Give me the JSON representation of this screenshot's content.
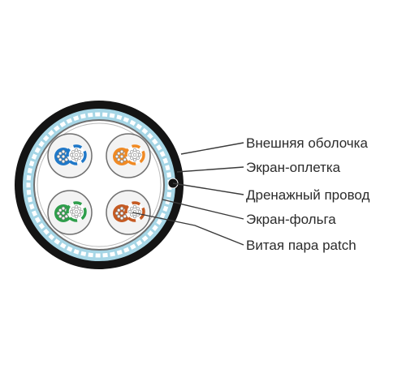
{
  "callouts": [
    {
      "label": "Внешняя оболочка"
    },
    {
      "label": "Экран-оплетка"
    },
    {
      "label": "Дренажный провод"
    },
    {
      "label": "Экран-фольга"
    },
    {
      "label": "Витая пара patch"
    }
  ],
  "pairs": [
    {
      "color_name": "blue",
      "color": "#1f78c8"
    },
    {
      "color_name": "orange",
      "color": "#f08a24"
    },
    {
      "color_name": "green",
      "color": "#2e9e4b"
    },
    {
      "color_name": "brown",
      "color": "#c55a22"
    }
  ],
  "colors": {
    "outer_jacket": "#141414",
    "braid": "#9fd3e3",
    "foil": "#6f6f6f",
    "leader_line": "#3a3a3a"
  }
}
